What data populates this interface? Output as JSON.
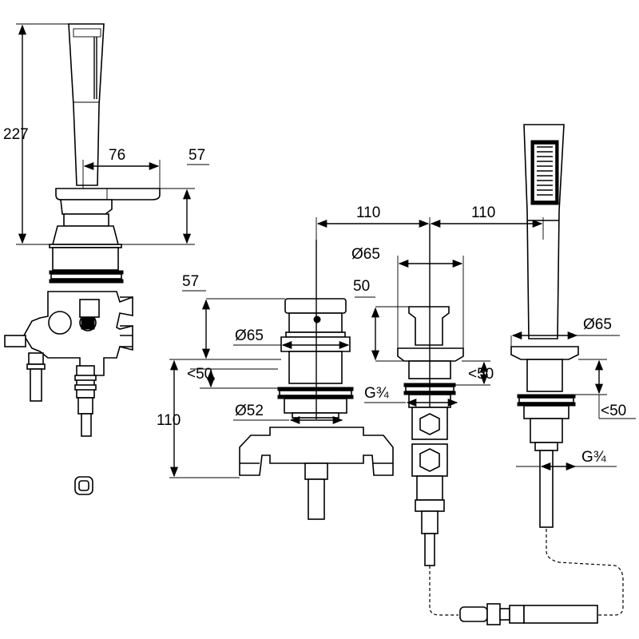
{
  "dimensions": {
    "handshower_height": "227",
    "spout_reach": "76",
    "spout_height": "57",
    "spacing_left": "110",
    "spacing_right": "110",
    "dia_center": "Ø65",
    "valve_height": "50",
    "mixer_height": "57",
    "dia_left": "Ø65",
    "deck_left": "<50",
    "deck_center": "<50",
    "thread_center": "G¾",
    "dia_mixer": "Ø52",
    "mixer_body_height": "110",
    "dia_right": "Ø65",
    "deck_right": "<50",
    "thread_right": "G¾"
  }
}
